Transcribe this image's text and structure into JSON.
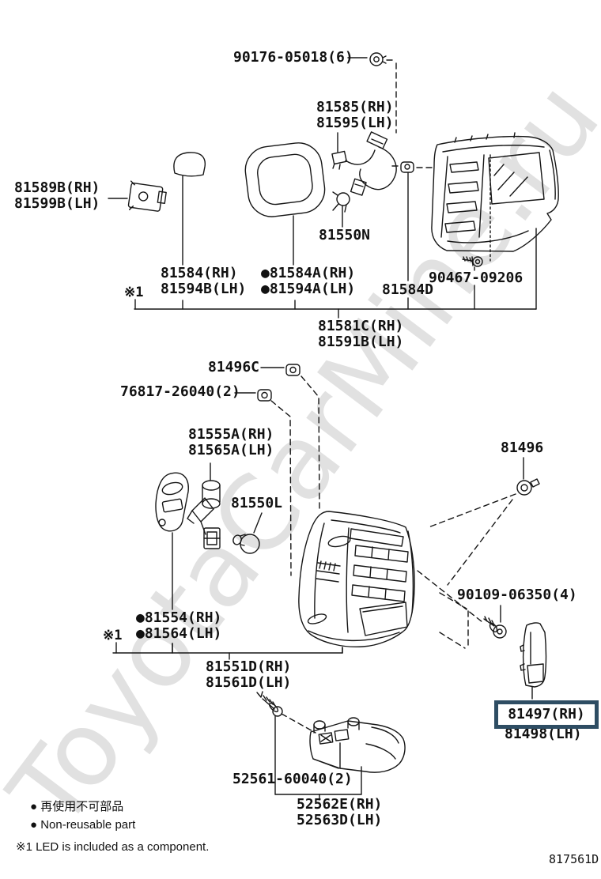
{
  "watermark": {
    "text": "ToyotaCarMine.ru"
  },
  "diagram_code": "817561D",
  "colors": {
    "line": "#161616",
    "text": "#111111",
    "highlight_box": "#2e4d63",
    "watermark": "#c9c9c9"
  },
  "labels": {
    "p90176": {
      "text": "90176-05018(6)"
    },
    "p81585": {
      "text": "81585(RH)\n81595(LH)"
    },
    "p81589B": {
      "text": "81589B(RH)\n81599B(LH)"
    },
    "p81550N": {
      "text": "81550N"
    },
    "ref_top": {
      "text": "※1"
    },
    "p81584": {
      "text": "81584(RH)\n81594B(LH)"
    },
    "p81584A": {
      "text": "●81584A(RH)\n●81594A(LH)"
    },
    "p81584D": {
      "text": "81584D"
    },
    "p90467": {
      "text": "90467-09206"
    },
    "p81581C": {
      "text": "81581C(RH)\n81591B(LH)"
    },
    "p81496C": {
      "text": "81496C"
    },
    "p76817": {
      "text": "76817-26040(2)"
    },
    "p81555A": {
      "text": "81555A(RH)\n81565A(LH)"
    },
    "p81550L": {
      "text": "81550L"
    },
    "p81496": {
      "text": "81496"
    },
    "p81554": {
      "text": "●81554(RH)\n●81564(LH)"
    },
    "ref_bottom": {
      "text": "※1"
    },
    "p81551D": {
      "text": "81551D(RH)\n81561D(LH)"
    },
    "p90109": {
      "text": "90109-06350(4)"
    },
    "p81497": {
      "text": "81497(RH)"
    },
    "p81498": {
      "text": "81498(LH)"
    },
    "p52561": {
      "text": "52561-60040(2)"
    },
    "p52562E": {
      "text": "52562E(RH)\n52563D(LH)"
    }
  },
  "legend": {
    "jp": "● 再使用不可部品",
    "en": "● Non-reusable part",
    "footnote": "※1 LED is included as a component."
  }
}
